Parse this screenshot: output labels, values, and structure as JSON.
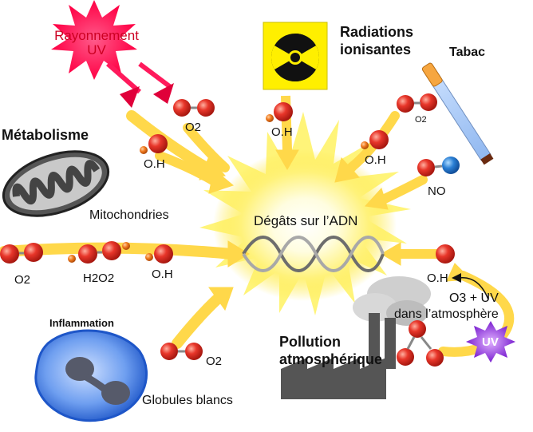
{
  "center": {
    "label": "Dégâts sur l’ADN"
  },
  "sources": {
    "uv": {
      "line1": "Rayonnement",
      "line2": "UV"
    },
    "radiation": {
      "line1": "Radiations",
      "line2": "ionisantes"
    },
    "tobacco": {
      "label": "Tabac"
    },
    "metabolism": {
      "title": "Métabolisme",
      "organelle": "Mitochondries"
    },
    "inflammation": {
      "title": "Inflammation",
      "cell": "Globules blancs"
    },
    "pollution": {
      "line1": "Pollution",
      "line2": "atmosphérique",
      "ozone_line1": "O3 + UV",
      "ozone_line2": "dans l’atmosphère",
      "uv_badge": "UV"
    }
  },
  "molecules": {
    "oh": "O.H",
    "superoxide": "O2",
    "peroxide": "H2O2",
    "nitric_oxide": "NO"
  },
  "colors": {
    "arrow": "#ffd84a",
    "molecule_red": "#e8362a",
    "molecule_orange": "#f07a1e",
    "nitrogen_blue": "#2a7fd4",
    "uv_star": "#ff1a5c",
    "uv_badge": "#8a2be2",
    "cell_blue": "#2f6fd8",
    "radiation_yellow": "#ffef00"
  },
  "icons": [
    "uv-star-icon",
    "radiation-icon",
    "cigarette-icon",
    "mitochondrion-icon",
    "white-blood-cell-icon",
    "factory-icon",
    "dna-helix-icon",
    "uv-badge-icon"
  ]
}
